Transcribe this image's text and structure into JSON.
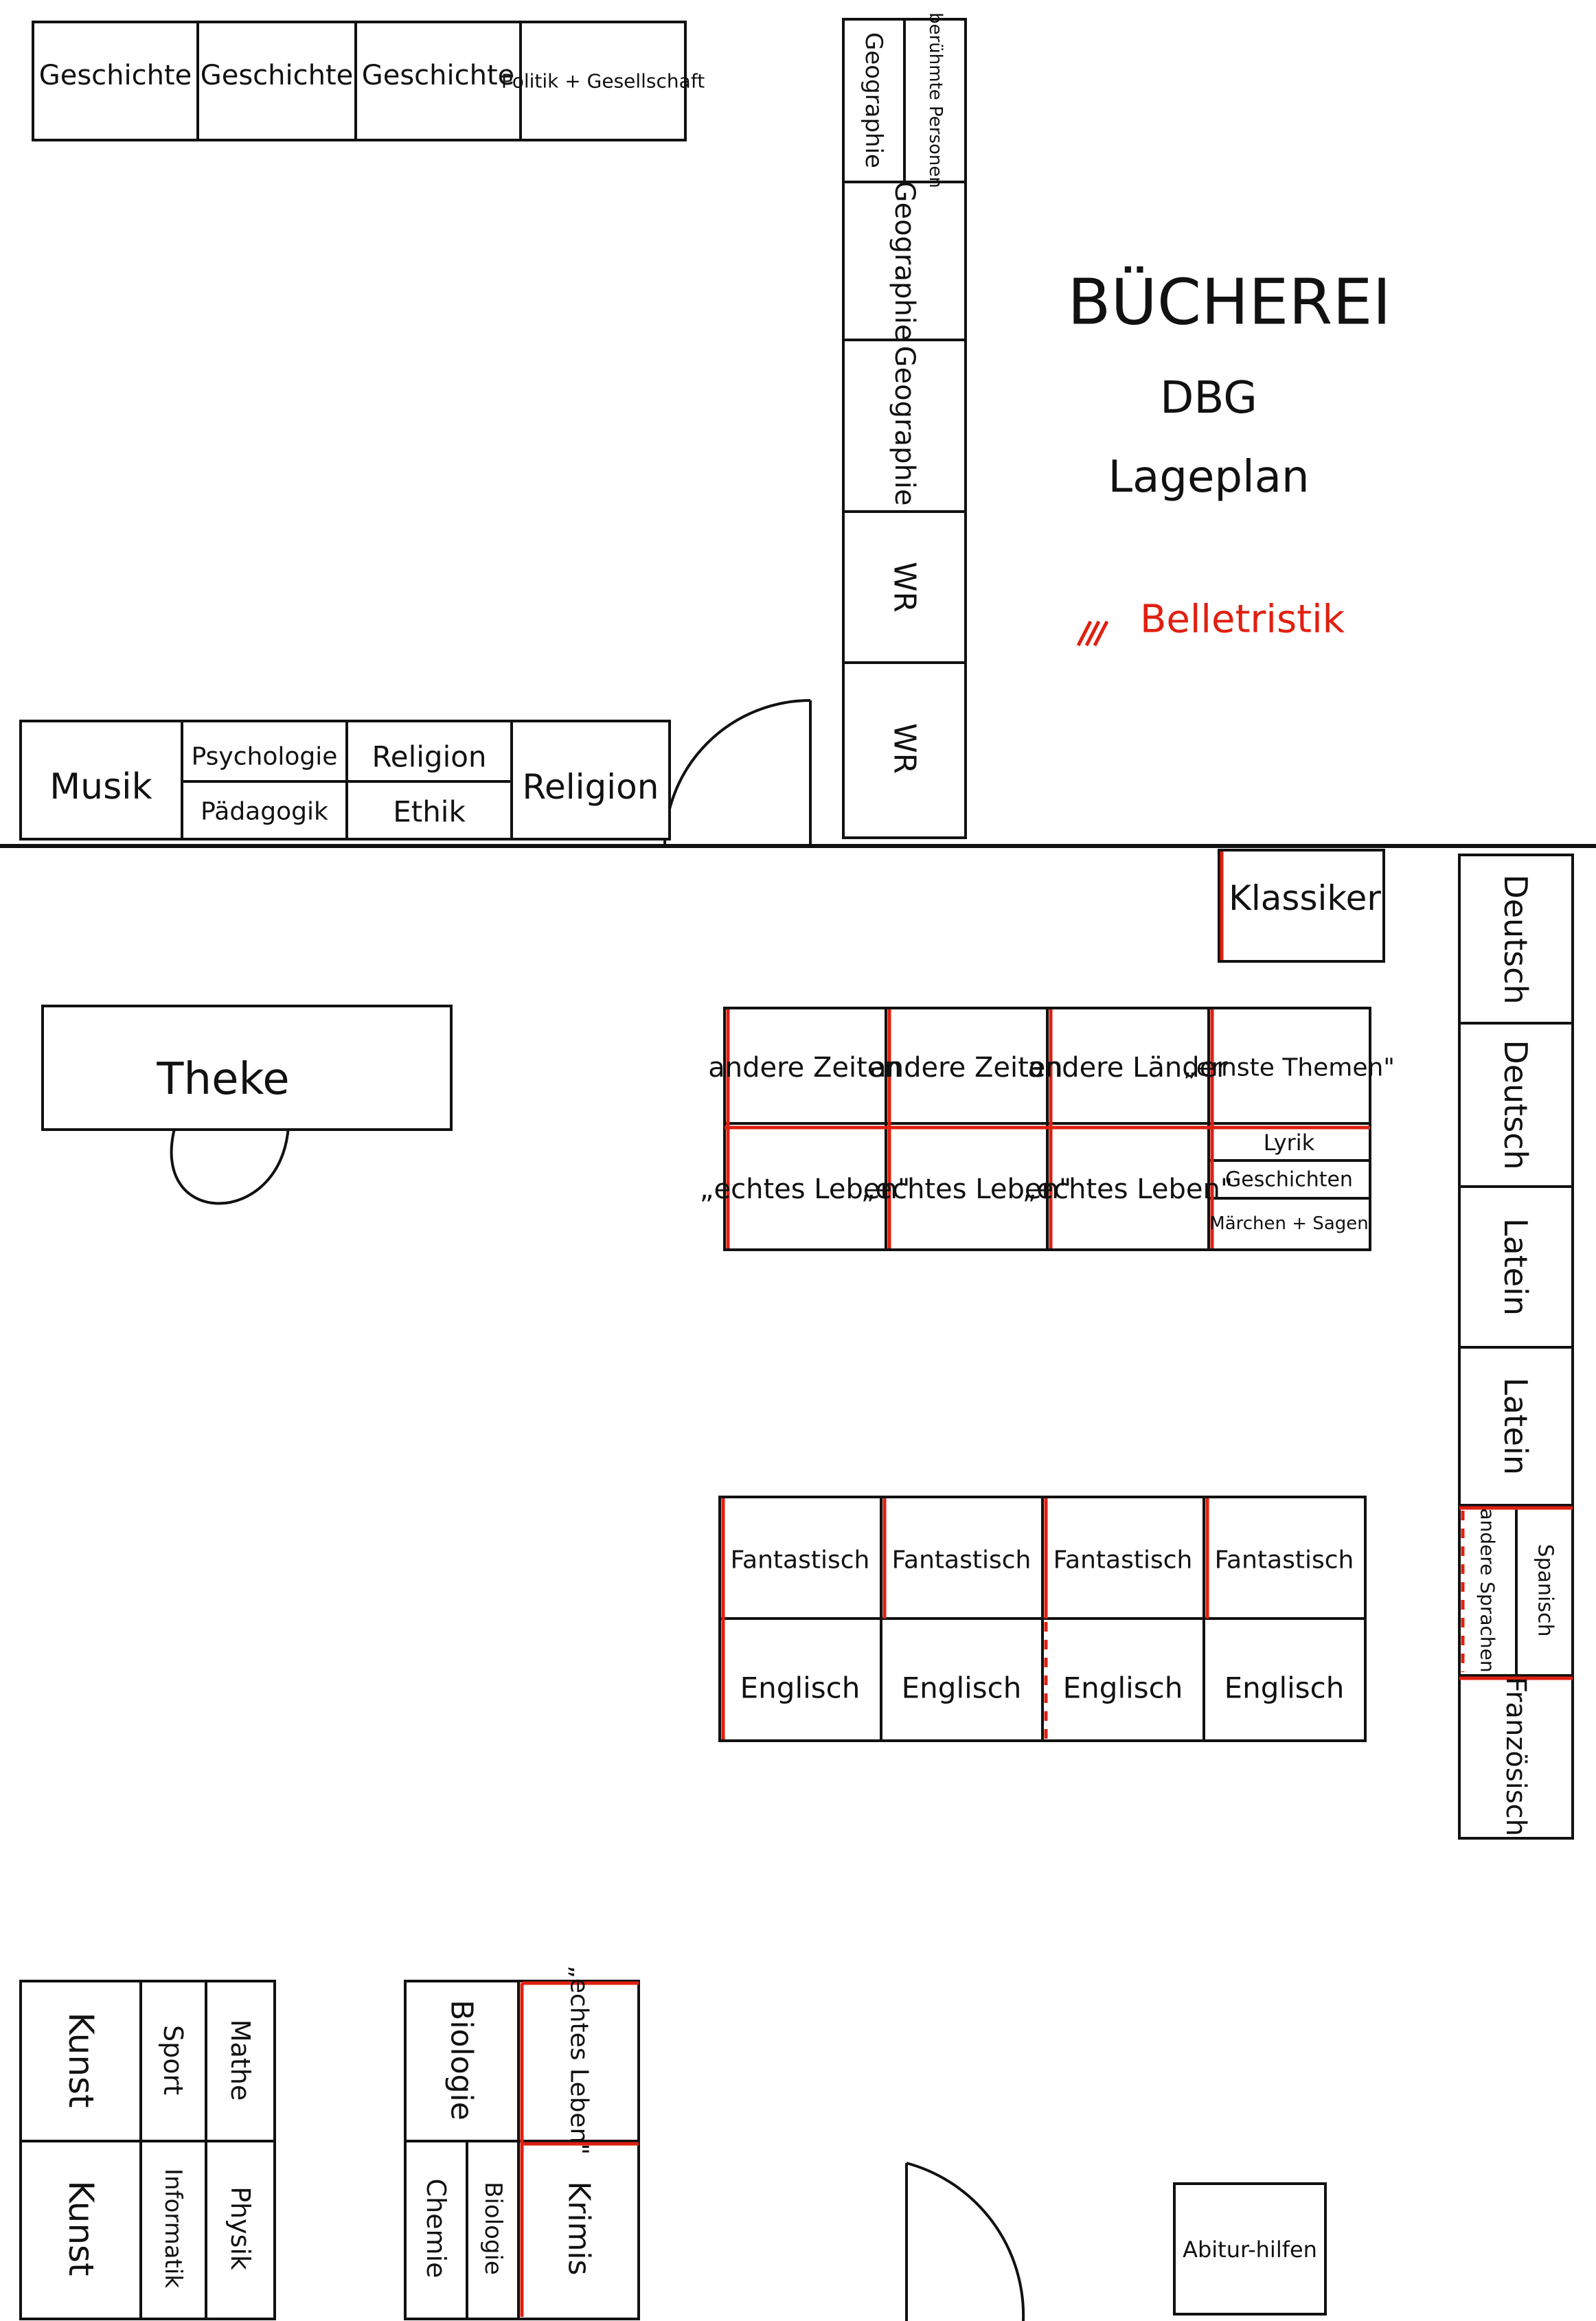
{
  "title": {
    "main": "BÜCHEREI",
    "sub": "DBG",
    "caption": "Lageplan"
  },
  "legend": {
    "label": "Belletristik",
    "color": "#e02010"
  },
  "top_left_shelves": [
    "Geschichte",
    "Geschichte",
    "Geschichte",
    "Politik + Gesellschaft"
  ],
  "middle_left_shelves": {
    "musik": "Musik",
    "psychologie": "Psychologie",
    "paedagogik": "Pädagogik",
    "religion_top": "Religion",
    "ethik": "Ethik",
    "religion": "Religion"
  },
  "vertical_column": {
    "beruehmte_personen": "berühmte Personen",
    "geographie_1": "Geographie",
    "geographie_2": "Geographie",
    "geographie_3": "Geographie",
    "wr_1": "WR",
    "wr_2": "WR"
  },
  "desk": {
    "label": "Theke"
  },
  "klassiker": {
    "label": "Klassiker"
  },
  "fiction_block": {
    "top": [
      "andere Zeiten",
      "andere Zeiten",
      "andere Länder",
      "„ernste Themen\""
    ],
    "bottom": [
      "„echtes Leben\"",
      "„echtes Leben\"",
      "„echtes Leben\""
    ],
    "small": [
      "Lyrik",
      "Geschichten",
      "Märchen + Sagen"
    ]
  },
  "fantasy_block": {
    "top": [
      "Fantastisch",
      "Fantastisch",
      "Fantastisch",
      "Fantastisch"
    ],
    "bottom": [
      "Englisch",
      "Englisch",
      "Englisch",
      "Englisch"
    ]
  },
  "right_column": {
    "deutsch_1": "Deutsch",
    "deutsch_2": "Deutsch",
    "latein_1": "Latein",
    "latein_2": "Latein",
    "spanisch": "Spanisch",
    "andere_sprachen": "andere Sprachen",
    "franzoesisch": "Französisch"
  },
  "bottom_left": {
    "kunst_1": "Kunst",
    "kunst_2": "Kunst",
    "sport": "Sport",
    "informatik": "Informatik",
    "mathe": "Mathe",
    "physik": "Physik"
  },
  "bottom_mid": {
    "biologie": "Biologie",
    "chemie": "Chemie",
    "biologie_2": "Biologie",
    "echtes_leben": "„echtes Leben\"",
    "krimis": "Krimis"
  },
  "abitur": {
    "label": "Abitur-hilfen"
  }
}
